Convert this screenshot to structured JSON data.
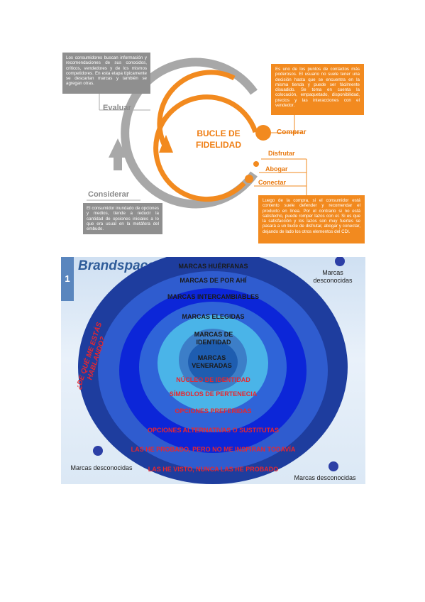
{
  "loop": {
    "title_line1": "BUCLE DE",
    "title_line2": "FIDELIDAD",
    "evaluar": "Evaluar",
    "considerar": "Considerar",
    "comprar": "Comprar",
    "disfrutar": "Disfrutar",
    "abogar": "Abogar",
    "conectar": "Conectar",
    "evaluar_text": "Los consumidores buscan información y recomendaciones de sus conocidos, críticos, vendedores y de los mismos competidores. En esta etapa típicamente se descartan marcas y también se agregan otras.",
    "considerar_text": "El consumidor inundado de opciones y medios, tiende a reducir la cantidad de opciones iniciales a lo que era usual en la metáfora del embudo.",
    "comprar_text": "Es uno de los puntos de contactos más poderosos. El usuario no suele tener una decisión hasta que se encuentra en la misma tienda y puede ser fácilmente disuadido. Se toma en cuenta la colocación, empaquetado, disponibilidad, precios y las interacciones con el vendedor.",
    "conectar_text": "Luego de la compra, si el consumidor está contento suele defender y recomendar el producto en línea. Por el contrario si no está satisfecho, puede romper lazos con el. Si es que la satisfacción y los lazos son muy fuertes se pasará a un bucle de disfrutar, abogar y conectar, dejando de lado los otros elementos del CDI."
  },
  "brandspace": {
    "title": "Brandspace",
    "number": "1",
    "side_question": "¿DE QUÉ ME ESTÁS HABLANDO?",
    "desc_top_right": "Marcas desconocidas",
    "desc_bottom_left": "Marcas desconocidas",
    "desc_bottom_right": "Marcas desconocidas",
    "rings": [
      "MARCAS HUÉRFANAS",
      "MARCAS DE POR AHÍ",
      "MARCAS INTERCAMBIABLES",
      "MARCAS ELEGIDAS",
      "MARCAS DE IDENTIDAD",
      "MARCAS VENERADAS"
    ],
    "red_labels": [
      "NÚCLEO DE IDENTIDAD",
      "SÍMBOLOS DE PERTENECIA",
      "OPCIONES PREFERIDAS",
      "OPCIONES ALTERNATIVAS O SUSTITUTAS",
      "LAS HE PROBADO, PERO NO ME INSPIRAN TODAVÍA",
      "LAS HE VISTO, NUNCA LAS HE PROBADO"
    ]
  }
}
